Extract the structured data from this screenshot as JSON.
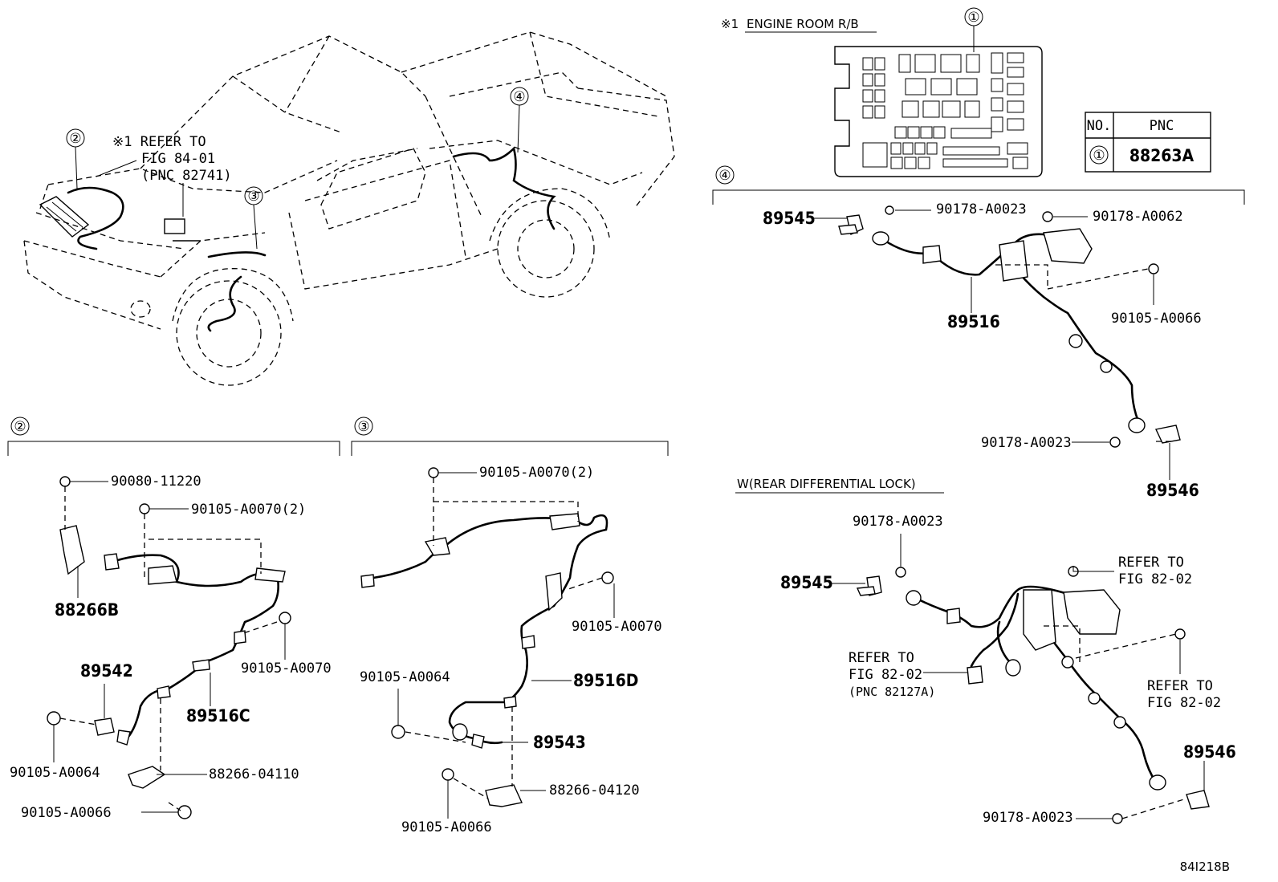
{
  "engine_room_header": {
    "mark": "※1",
    "label": "ENGINE ROOM R/B",
    "callout": "①"
  },
  "pnc_table": {
    "headers": [
      "NO.",
      "PNC"
    ],
    "rows": [
      {
        "no": "①",
        "pnc": "88263A"
      }
    ]
  },
  "vehicle_view": {
    "callouts": [
      "②",
      "③",
      "④"
    ],
    "refer_note": {
      "line1": "※1 REFER TO",
      "line2": "FIG 84-01",
      "line3": "(PNC 82741)"
    }
  },
  "section_2": {
    "callout": "②",
    "labels": {
      "bolt_top": "90080-11220",
      "bolt_2": "90105-A0070(2)",
      "bracket": "88266B",
      "bolt_mid": "90105-A0070",
      "sensor": "89542",
      "harness": "89516C",
      "bolt_left": "90105-A0064",
      "bracket_low": "88266-04110",
      "bolt_bottom": "90105-A0066"
    }
  },
  "section_3": {
    "callout": "③",
    "labels": {
      "bolt_top": "90105-A0070(2)",
      "bolt_mid": "90105-A0070",
      "bolt_left": "90105-A0064",
      "harness": "89516D",
      "sensor": "89543",
      "bracket_low": "88266-04120",
      "bolt_bottom": "90105-A0066"
    }
  },
  "section_4": {
    "callout": "④",
    "labels": {
      "sensor_left": "89545",
      "clip_top": "90178-A0023",
      "clip_right": "90178-A0062",
      "harness": "89516",
      "bolt_right": "90105-A0066",
      "clip_bottom": "90178-A0023",
      "sensor_right": "89546"
    }
  },
  "rear_diff_section": {
    "title": "W(REAR DIFFERENTIAL LOCK)",
    "labels": {
      "clip_top": "90178-A0023",
      "sensor_left": "89545",
      "refer_top_1": "REFER TO",
      "refer_top_2": "FIG 82-02",
      "refer_mid_1": "REFER TO",
      "refer_mid_2": "FIG 82-02",
      "refer_mid_3": "(PNC 82127A)",
      "refer_right_1": "REFER TO",
      "refer_right_2": "FIG 82-02",
      "sensor_right": "89546",
      "clip_bottom": "90178-A0023"
    }
  },
  "figure_code": "84I218B"
}
